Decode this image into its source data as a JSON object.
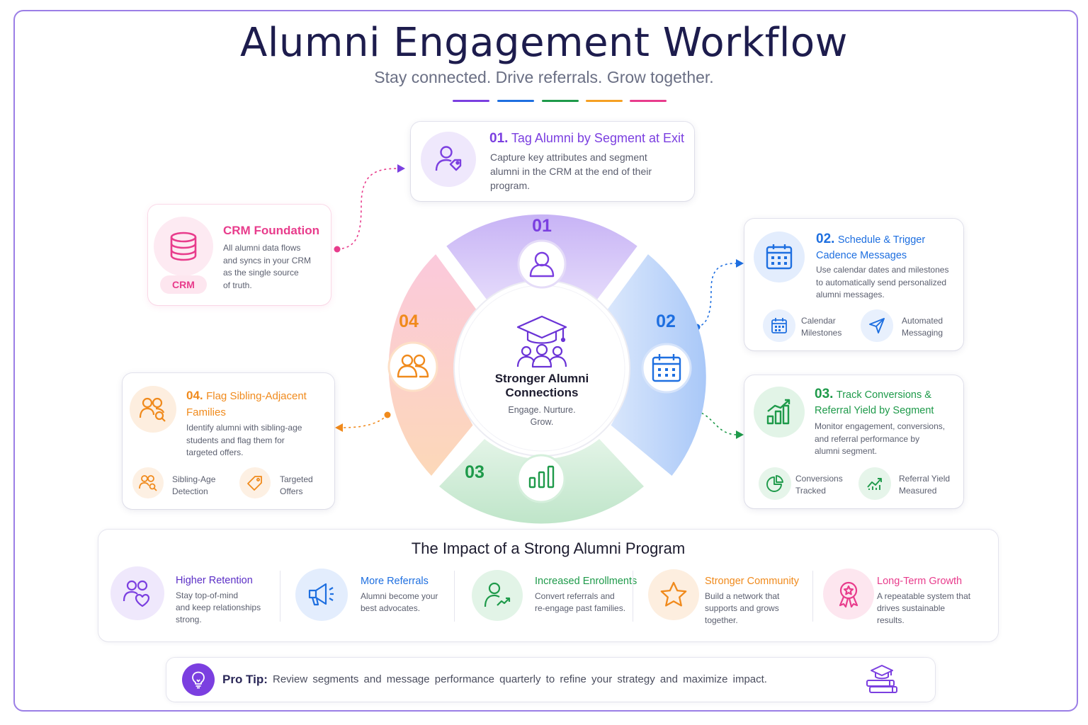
{
  "header": {
    "title": "Alumni Engagement Workflow",
    "subtitle": "Stay connected. Drive referrals. Grow together."
  },
  "colors": {
    "purple": "#7b3fe0",
    "blue": "#1e6fe0",
    "green": "#1e9a4a",
    "orange": "#f08a1c",
    "pink": "#e83c8c",
    "navy": "#1d1c4d"
  },
  "crm": {
    "title": "CRM Foundation",
    "desc_lines": [
      "All alumni data flows",
      "and syncs in your CRM",
      "as the single source",
      "of truth."
    ],
    "badge": "CRM",
    "icon": "database-icon"
  },
  "step1": {
    "num": "01.",
    "title": "Tag Alumni by Segment at Exit",
    "desc_lines": [
      "Capture key attributes and segment",
      "alumni in the CRM at the end of their",
      "program."
    ],
    "icon": "user-tag-icon"
  },
  "step2": {
    "num": "02.",
    "title_lines": [
      "Schedule & Trigger",
      "Cadence Messages"
    ],
    "desc_lines": [
      "Use calendar dates and milestones",
      "to automatically send personalized",
      "alumni messages."
    ],
    "features": [
      {
        "lines": [
          "Calendar",
          "Milestones"
        ],
        "icon": "calendar-icon"
      },
      {
        "lines": [
          "Automated",
          "Messaging"
        ],
        "icon": "send-icon"
      }
    ]
  },
  "step3": {
    "num": "03.",
    "title_lines": [
      "Track Conversions &",
      "Referral Yield by Segment"
    ],
    "desc_lines": [
      "Monitor engagement, conversions,",
      "and referral performance by",
      "alumni segment."
    ],
    "features": [
      {
        "lines": [
          "Conversions",
          "Tracked"
        ],
        "icon": "pie-chart-icon"
      },
      {
        "lines": [
          "Referral Yield",
          "Measured"
        ],
        "icon": "trend-chart-icon"
      }
    ]
  },
  "step4": {
    "num": "04.",
    "title_lines": [
      "Flag Sibling-Adjacent",
      "Families"
    ],
    "desc_lines": [
      "Identify alumni with sibling-age",
      "students and flag them for",
      "targeted offers."
    ],
    "features": [
      {
        "lines": [
          "Sibling-Age",
          "Detection"
        ],
        "icon": "user-search-icon"
      },
      {
        "lines": [
          "Targeted",
          "Offers"
        ],
        "icon": "tag-icon"
      }
    ]
  },
  "wheel": {
    "labels": [
      "01",
      "02",
      "03",
      "04"
    ],
    "center_title_lines": [
      "Stronger Alumni",
      "Connections"
    ],
    "center_sub_lines": [
      "Engage. Nurture.",
      "Grow."
    ],
    "center_icon": "graduation-group-icon"
  },
  "impact": {
    "heading": "The Impact of a Strong Alumni Program",
    "items": [
      {
        "title": "Higher Retention",
        "desc_lines": [
          "Stay top-of-mind",
          "and keep relationships",
          "strong."
        ],
        "icon": "people-heart-icon"
      },
      {
        "title": "More Referrals",
        "desc_lines": [
          "Alumni become your",
          "best advocates."
        ],
        "icon": "megaphone-icon"
      },
      {
        "title": "Increased Enrollments",
        "desc_lines": [
          "Convert referrals and",
          "re-engage past families."
        ],
        "icon": "user-growth-icon"
      },
      {
        "title": "Stronger Community",
        "desc_lines": [
          "Build a network that",
          "supports and grows",
          "together."
        ],
        "icon": "star-icon"
      },
      {
        "title": "Long-Term Growth",
        "desc_lines": [
          "A repeatable system that",
          "drives sustainable",
          "results."
        ],
        "icon": "award-ribbon-icon"
      }
    ]
  },
  "tip": {
    "label": "Pro Tip:",
    "text": "Review segments and message performance quarterly to refine your strategy and maximize impact.",
    "icon": "lightbulb-icon",
    "end_icon": "books-cap-icon"
  }
}
